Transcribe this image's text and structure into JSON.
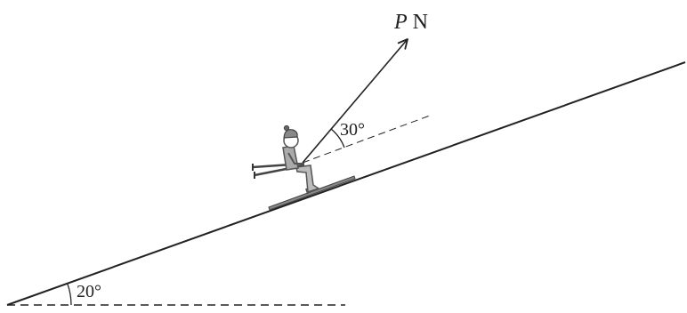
{
  "diagram": {
    "force_label": {
      "symbol": "P",
      "unit": "N"
    },
    "angles": {
      "force_to_slope": "30°",
      "slope_to_horizontal": "20°"
    }
  },
  "colors": {
    "line": "#222222",
    "figure": "#777777",
    "figure_dark": "#555555",
    "background": "#ffffff"
  }
}
